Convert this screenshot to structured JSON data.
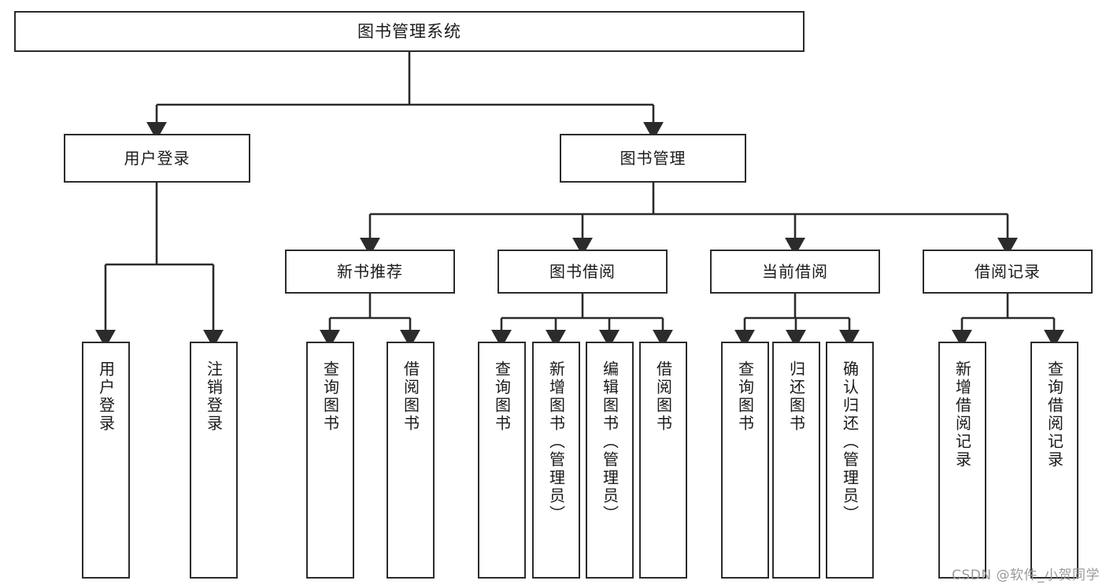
{
  "diagram": {
    "title": "图书管理系统",
    "watermark": "CSDN @软件_小贺同学",
    "colors": {
      "stroke": "#2b2b2b",
      "background": "#ffffff",
      "text": "#1a1a1a",
      "watermark": "#9a9a9a"
    },
    "nodes": {
      "root": {
        "label": "图书管理系统"
      },
      "level2": [
        {
          "id": "user-login",
          "label": "用户登录"
        },
        {
          "id": "book-management",
          "label": "图书管理"
        }
      ],
      "level3": [
        {
          "id": "new-book-recommend",
          "label": "新书推荐"
        },
        {
          "id": "book-borrow",
          "label": "图书借阅"
        },
        {
          "id": "current-borrow",
          "label": "当前借阅"
        },
        {
          "id": "borrow-record",
          "label": "借阅记录"
        }
      ],
      "leaves": {
        "user_login": [
          {
            "id": "leaf-user-login",
            "label": "用户登录"
          },
          {
            "id": "leaf-logout-login",
            "label": "注销登录"
          }
        ],
        "new_book_recommend": [
          {
            "id": "leaf-query-book-1",
            "label": "查询图书"
          },
          {
            "id": "leaf-borrow-book-1",
            "label": "借阅图书"
          }
        ],
        "book_borrow": [
          {
            "id": "leaf-query-book-2",
            "label": "查询图书"
          },
          {
            "id": "leaf-add-book",
            "label": "新增图书（管理员）"
          },
          {
            "id": "leaf-edit-book",
            "label": "编辑图书（管理员）"
          },
          {
            "id": "leaf-borrow-book-2",
            "label": "借阅图书"
          }
        ],
        "current_borrow": [
          {
            "id": "leaf-query-book-3",
            "label": "查询图书"
          },
          {
            "id": "leaf-return-book",
            "label": "归还图书"
          },
          {
            "id": "leaf-confirm-return",
            "label": "确认归还（管理员）"
          }
        ],
        "borrow_record": [
          {
            "id": "leaf-add-record",
            "label": "新增借阅记录"
          },
          {
            "id": "leaf-query-record",
            "label": "查询借阅记录"
          }
        ]
      }
    }
  }
}
